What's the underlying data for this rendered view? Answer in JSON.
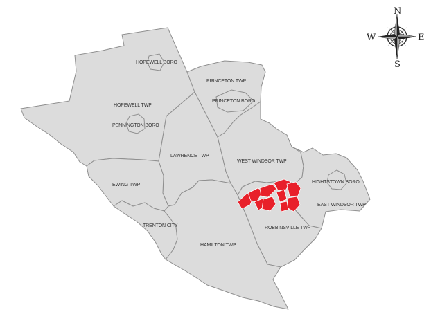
{
  "map": {
    "municipalities": [
      {
        "key": "hopewell_boro",
        "label": "HOPEWELL BORO"
      },
      {
        "key": "hopewell_twp",
        "label": "HOPEWELL TWP"
      },
      {
        "key": "pennington_boro",
        "label": "PENNINGTON BORO"
      },
      {
        "key": "princeton_twp",
        "label": "PRINCETON TWP"
      },
      {
        "key": "princeton_boro",
        "label": "PRINCETON BORO"
      },
      {
        "key": "lawrence_twp",
        "label": "LAWRENCE TWP"
      },
      {
        "key": "west_windsor_twp",
        "label": "WEST WINDSOR TWP"
      },
      {
        "key": "ewing_twp",
        "label": "EWING TWP"
      },
      {
        "key": "hightstown_boro",
        "label": "HIGHTSTOWN BORO"
      },
      {
        "key": "east_windsor_twp",
        "label": "EAST WINDSOR TWP"
      },
      {
        "key": "trenton_city",
        "label": "TRENTON CITY"
      },
      {
        "key": "robbinsville_twp",
        "label": "ROBBINSVILLE TWP"
      },
      {
        "key": "hamilton_twp",
        "label": "HAMILTON TWP"
      }
    ],
    "colors": {
      "land": "#dcdcdc",
      "border": "#8f8f8f",
      "highlight": "#e8202a"
    }
  },
  "compass": {
    "north": "N",
    "south": "S",
    "east": "E",
    "west": "W"
  }
}
